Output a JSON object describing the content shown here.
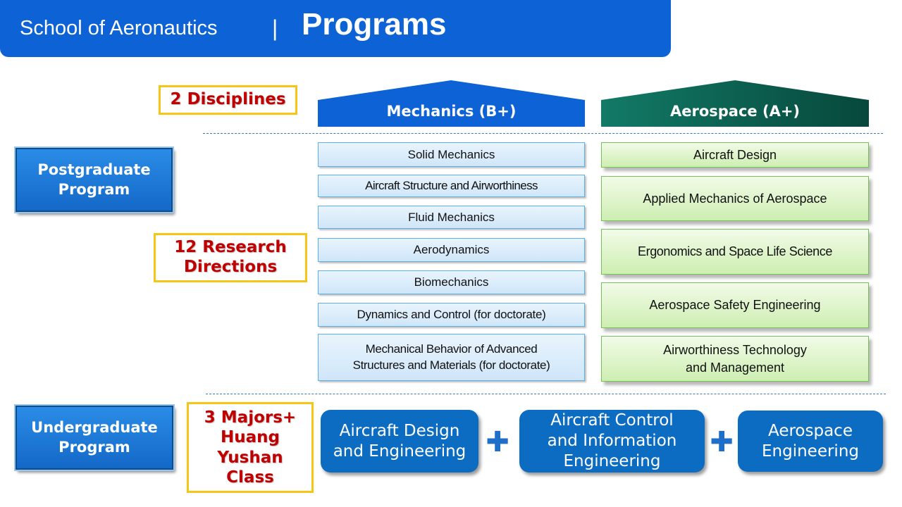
{
  "header": {
    "school": "School of Aeronautics",
    "separator": "|",
    "title": "Programs"
  },
  "labels": {
    "disciplines": "2 Disciplines",
    "research_directions": [
      "12 Research",
      "Directions"
    ],
    "majors": [
      "3 Majors+",
      "Huang",
      "Yushan",
      "Class"
    ]
  },
  "programs": {
    "postgraduate": [
      "Postgraduate",
      "Program"
    ],
    "undergraduate": [
      "Undergraduate",
      "Program"
    ]
  },
  "disciplines": {
    "mechanics": {
      "title": "Mechanics (B+)",
      "directions": [
        [
          "Solid Mechanics"
        ],
        [
          "Aircraft Structure and Airworthiness"
        ],
        [
          "Fluid Mechanics"
        ],
        [
          "Aerodynamics"
        ],
        [
          "Biomechanics"
        ],
        [
          "Dynamics and Control (for doctorate)"
        ],
        [
          "Mechanical Behavior of Advanced",
          "Structures and Materials (for doctorate)"
        ]
      ]
    },
    "aerospace": {
      "title": "Aerospace (A+)",
      "directions": [
        [
          "Aircraft Design"
        ],
        [
          "Applied Mechanics of Aerospace"
        ],
        [
          "Ergonomics and Space Life Science"
        ],
        [
          "Aerospace Safety Engineering"
        ],
        [
          "Airworthiness Technology",
          "and Management"
        ]
      ]
    }
  },
  "majors": [
    [
      "Aircraft Design",
      "and Engineering"
    ],
    [
      "Aircraft Control",
      "and Information",
      "Engineering"
    ],
    [
      "Aerospace",
      "Engineering"
    ]
  ],
  "plus_symbol": "✚",
  "colors": {
    "header_blue": "#0d63d6",
    "mechanics_blue": "#0d63d6",
    "aerospace_teal": "#0e6b5a",
    "highlight_red": "#c00000",
    "box_yellow": "#f5c518"
  }
}
